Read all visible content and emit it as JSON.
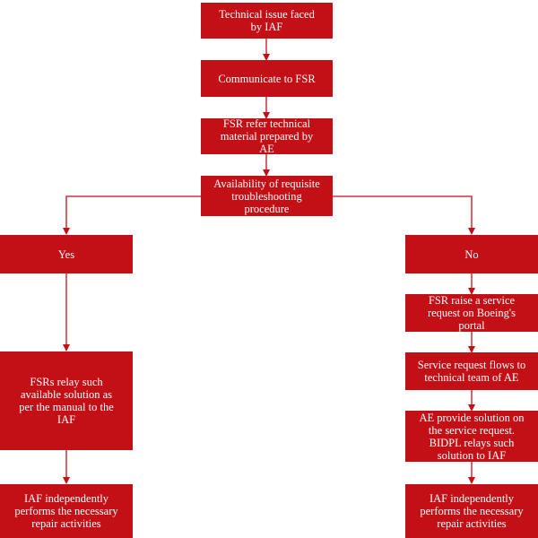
{
  "colors": {
    "box_fill": "#c30f16",
    "box_text": "#ffffff",
    "connector": "#c30f16",
    "background": "#ffffff"
  },
  "nodes": {
    "issue": "Technical issue faced\nby IAF",
    "communicate": "Communicate to FSR",
    "fsr_refer": "FSR refer technical\nmaterial prepared by\nAE",
    "availability": "Availability of requisite\ntroubleshooting\nprocedure",
    "yes": "Yes",
    "no": "No",
    "fsr_relay": "FSRs relay such\navailable solution as\nper the manual to the\nIAF",
    "iaf_left": "IAF independently\nperforms the necessary\nrepair activities",
    "fsr_raise": "FSR raise a service\nrequest on Boeing's\nportal",
    "service_flow": "Service request flows to\ntechnical team of AE",
    "ae_provide": "AE provide solution on\nthe service request.\nBIDPL relays such\nsolution to IAF",
    "iaf_right": "IAF independently\nperforms the necessary\nrepair activities"
  }
}
